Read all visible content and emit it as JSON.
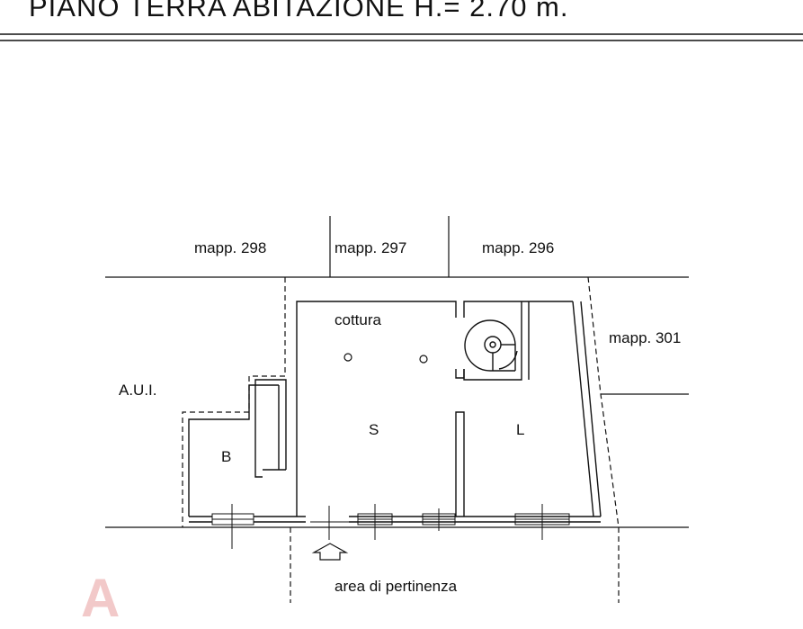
{
  "title": "PIANO TERRA ABITAZIONE H.=  2.70 m.",
  "labels": {
    "mapp_298": "mapp. 298",
    "mapp_297": "mapp. 297",
    "mapp_296": "mapp. 296",
    "mapp_301": "mapp. 301",
    "aui": "A.U.I.",
    "cottura": "cottura",
    "room_s": "S",
    "room_l": "L",
    "room_b": "B",
    "area": "area di pertinenza"
  },
  "colors": {
    "ink": "#111111",
    "watermark": "#f2c9c9"
  }
}
